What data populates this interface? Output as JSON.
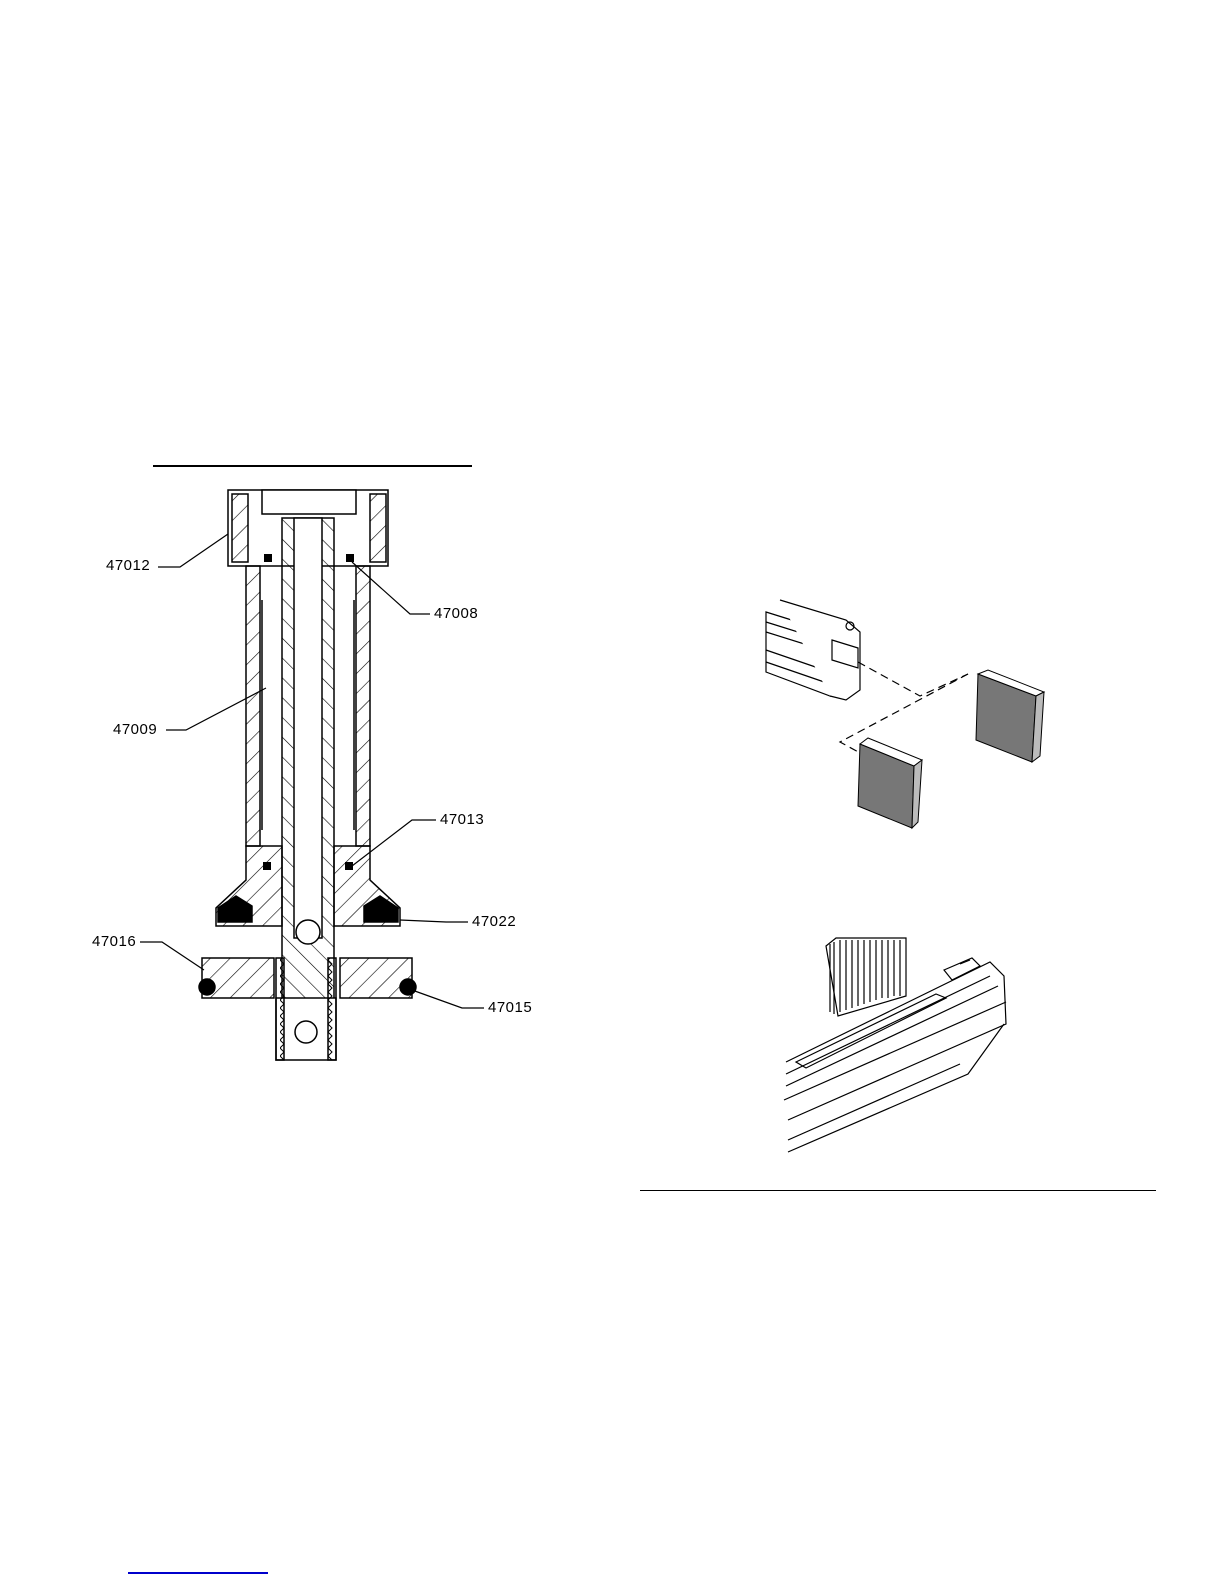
{
  "page": {
    "background": "#ffffff",
    "line_color": "#000000",
    "link_color": "#0000cc"
  },
  "left_figure": {
    "description_name": "cylinder-cross-section",
    "callouts": {
      "c47012": "47012",
      "c47008": "47008",
      "c47009": "47009",
      "c47013": "47013",
      "c47022": "47022",
      "c47016": "47016",
      "c47015": "47015"
    }
  },
  "right_figures": {
    "magazine_loading": {
      "name": "staple-loading-exploded-view"
    },
    "staple_on_magazine": {
      "name": "staple-strip-on-magazine-rail"
    }
  }
}
